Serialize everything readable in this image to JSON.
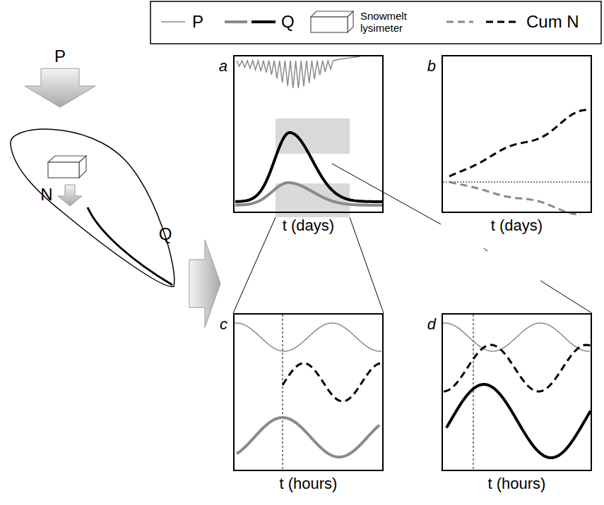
{
  "diagram": {
    "nodes": [
      {
        "text": [
          "a",
          "t (days)"
        ]
      },
      {
        "text": [
          "b",
          "t (days)"
        ]
      },
      {
        "text": [
          "c",
          "t (hours)"
        ]
      },
      {
        "text": [
          "d",
          "t (hours)"
        ]
      }
    ],
    "labels": [
      "P",
      "N",
      "Q"
    ],
    "legend": [
      {
        "text": "P"
      },
      {
        "text": "Q"
      },
      {
        "text": "Snowmelt lysimeter"
      },
      {
        "text": "Cum N"
      }
    ]
  }
}
